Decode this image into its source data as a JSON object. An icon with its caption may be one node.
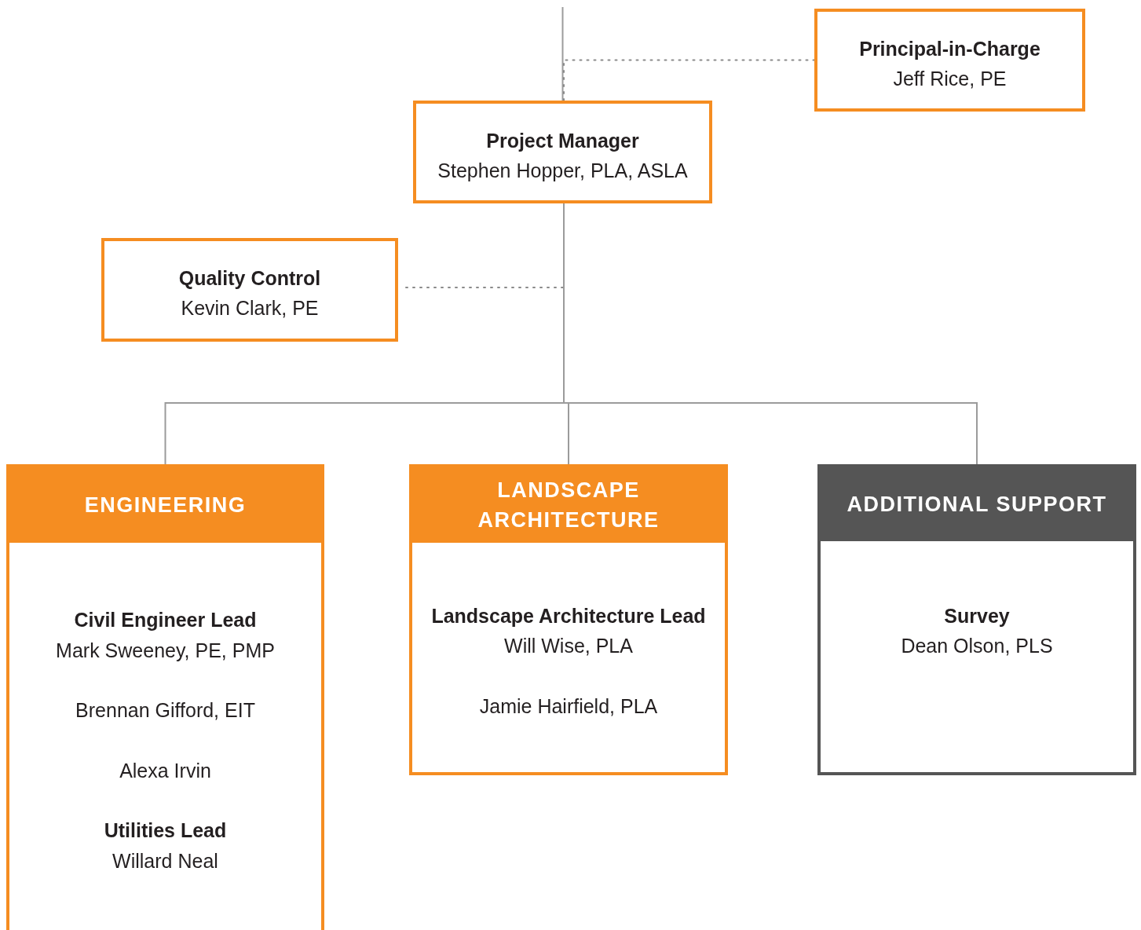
{
  "diagram": {
    "nodes": [
      {
        "text": [
          "Principal-in-Charge",
          "Jeff Rice, PE"
        ]
      },
      {
        "text": [
          "Project Manager",
          "Stephen Hopper, PLA, ASLA"
        ]
      },
      {
        "text": [
          "Quality Control",
          "Kevin Clark, PE"
        ]
      },
      {
        "text": [
          "ENGINEERING",
          "Civil Engineer Lead",
          "Mark Sweeney, PE, PMP",
          "Brennan Gifford, EIT",
          "Alexa Irvin",
          "Utilities Lead",
          "Willard Neal"
        ]
      },
      {
        "text": [
          "LANDSCAPE ARCHITECTURE",
          "Landscape Architecture Lead",
          "Will Wise, PLA",
          "Jamie Hairfield, PLA"
        ]
      },
      {
        "text": [
          "ADDITIONAL SUPPORT",
          "Survey",
          "Dean Olson, PLS"
        ]
      }
    ],
    "edges": [
      {
        "from": null,
        "to": 1,
        "arrow": "none"
      },
      {
        "from": 1,
        "to": 0,
        "arrow": "none",
        "style": "dashed"
      },
      {
        "from": 1,
        "to": 2,
        "arrow": "none",
        "style": "dashed"
      },
      {
        "from": 1,
        "to": 3,
        "arrow": "none"
      },
      {
        "from": 1,
        "to": 4,
        "arrow": "none"
      },
      {
        "from": 1,
        "to": 5,
        "arrow": "none"
      }
    ]
  }
}
